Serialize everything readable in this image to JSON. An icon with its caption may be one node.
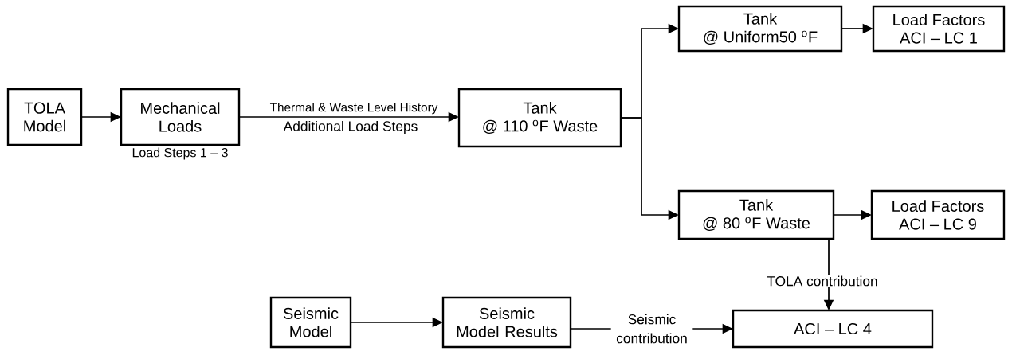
{
  "diagram": {
    "nodes": [
      {
        "text": [
          "TOLA Model"
        ]
      },
      {
        "text": [
          "Mechanical Loads"
        ],
        "beside": [
          "Load Steps 1 – 3"
        ]
      },
      {
        "text": [
          "Tank",
          "@ 110 $^{o}$F Waste"
        ]
      },
      {
        "text": [
          "Tank",
          "@ Uniform50 $^{o}$F"
        ]
      },
      {
        "text": [
          "Load Factors",
          "ACI – LC 1"
        ]
      },
      {
        "text": [
          "Tank",
          "@ 80 $^{o}$F Waste"
        ]
      },
      {
        "text": [
          "Load Factors",
          "ACI – LC 9"
        ]
      },
      {
        "text": [
          "Seismic Model"
        ]
      },
      {
        "text": [
          "Seismic Model Results"
        ]
      },
      {
        "text": [
          "ACI – LC 4"
        ]
      }
    ],
    "edges": [
      {
        "from": 0,
        "to": 1,
        "arrow": "to"
      },
      {
        "from": 1,
        "to": 2,
        "arrow": "to",
        "label": "Thermal & Waste Level History"
      },
      {
        "from": 2,
        "to": 3,
        "arrow": "to"
      },
      {
        "from": 2,
        "to": 5,
        "arrow": "to"
      },
      {
        "from": 3,
        "to": 4,
        "arrow": "to"
      },
      {
        "from": 5,
        "to": 6,
        "arrow": "to"
      },
      {
        "from": 5,
        "to": 9,
        "arrow": "to",
        "label": "TOLA contribution"
      },
      {
        "from": 7,
        "to": 8,
        "arrow": "to"
      },
      {
        "from": 8,
        "to": 9,
        "arrow": "to",
        "label": "Seismic contribution"
      }
    ],
    "labels": [
      "Additional Load Steps"
    ]
  }
}
